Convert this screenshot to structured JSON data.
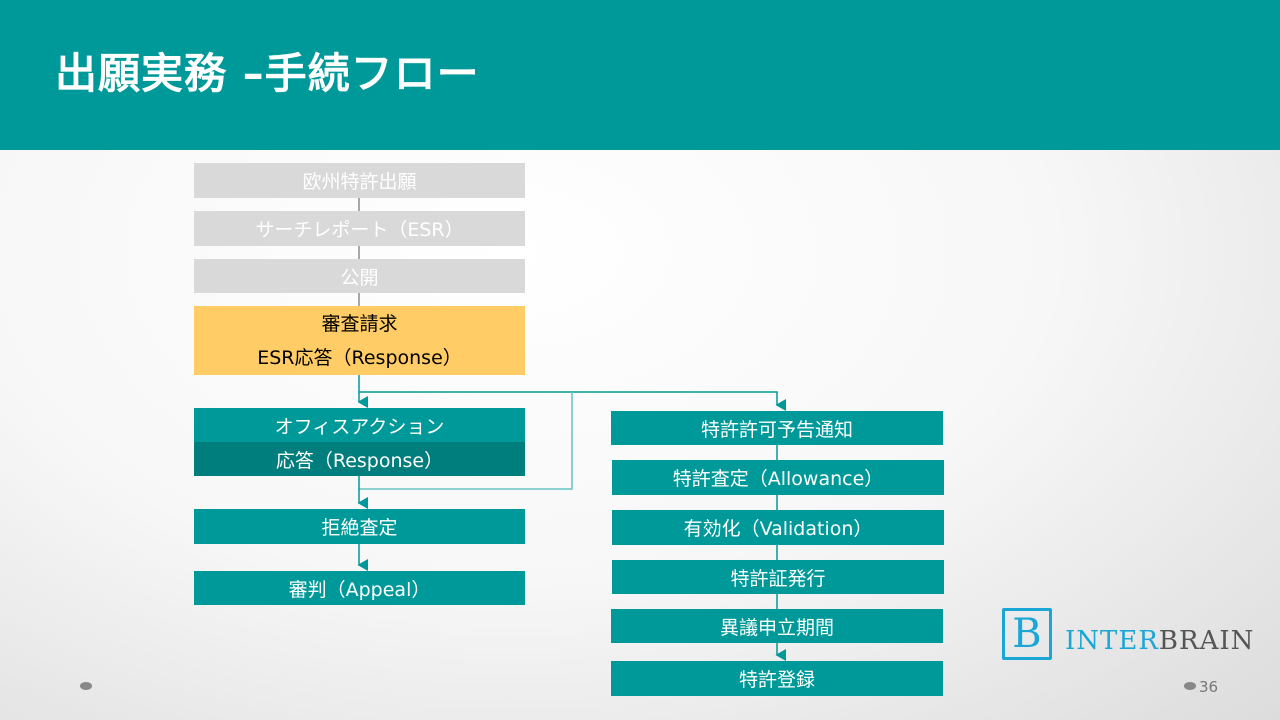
{
  "title": "出願実務 –手続フロー",
  "left_flow": {
    "filing": "欧州特許出願",
    "search_report": "サーチレポート（ESR）",
    "publication": "公開",
    "exam_request": "審査請求",
    "esr_response": "ESR応答（Response）",
    "office_action": "オフィスアクション",
    "oa_response": "応答（Response）",
    "rejection": "拒絶査定",
    "appeal": "審判（Appeal）"
  },
  "right_flow": {
    "intent_to_grant": "特許許可予告通知",
    "allowance": "特許査定（Allowance）",
    "validation": "有効化（Validation）",
    "certificate": "特許証発行",
    "opposition": "異議申立期間",
    "registration": "特許登録"
  },
  "logo": {
    "mark": "B",
    "inter": "INTER",
    "brain": "BRAIN"
  },
  "page_number": "36",
  "colors": {
    "header": "#009999",
    "teal": "#009999",
    "dark_teal": "#007d7d",
    "yellow": "#ffcc66",
    "gray": "#d9d9d9"
  }
}
